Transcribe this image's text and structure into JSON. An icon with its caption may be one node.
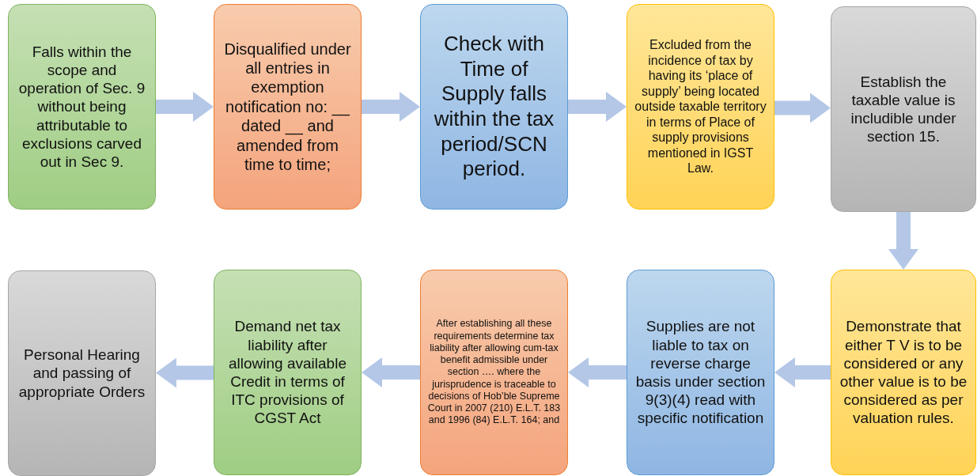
{
  "diagram": {
    "nodes": [
      {
        "text": [
          "Falls within the scope and operation of Sec. 9 without being attributable to exclusions carved out in Sec 9."
        ]
      },
      {
        "text": [
          "Disqualified under all entries in exemption notification no: __ dated __ and amended from time to time;"
        ]
      },
      {
        "text": [
          "Check with Time of Supply falls within the tax period/SCN period."
        ]
      },
      {
        "text": [
          "Excluded from the incidence of tax by having its ‘place of supply’ being located outside taxable territory in terms of Place of supply provisions mentioned in IGST Law."
        ]
      },
      {
        "text": [
          "Establish the taxable value is includible under section 15."
        ]
      },
      {
        "text": [
          "Personal Hearing and passing of appropriate Orders"
        ]
      },
      {
        "text": [
          "Demand net tax liability after allowing available Credit in terms of ITC provisions of CGST Act"
        ]
      },
      {
        "text": [
          "After establishing all these requirements determine tax liability after allowing cum-tax benefit admissible under section …. where the jurisprudence is traceable to decisions of Hob’ble Supreme Court in 2007 (210) E.L.T. 183 and 1996 (84) E.L.T. 164; and"
        ]
      },
      {
        "text": [
          "Supplies are not liable to tax on reverse charge basis under section 9(3)(4) read with specific notification"
        ]
      },
      {
        "text": [
          "Demonstrate that either T V is to be considered or any other value is to be considered as per valuation rules."
        ]
      }
    ],
    "edges": [
      {
        "from": 0,
        "to": 1,
        "arrow": "to"
      },
      {
        "from": 1,
        "to": 2,
        "arrow": "to"
      },
      {
        "from": 2,
        "to": 3,
        "arrow": "to"
      },
      {
        "from": 3,
        "to": 4,
        "arrow": "to"
      },
      {
        "from": 4,
        "to": 9,
        "arrow": "to"
      },
      {
        "from": 9,
        "to": 8,
        "arrow": "to"
      },
      {
        "from": 8,
        "to": 7,
        "arrow": "to"
      },
      {
        "from": 7,
        "to": 6,
        "arrow": "to"
      },
      {
        "from": 6,
        "to": 5,
        "arrow": "to"
      }
    ]
  }
}
